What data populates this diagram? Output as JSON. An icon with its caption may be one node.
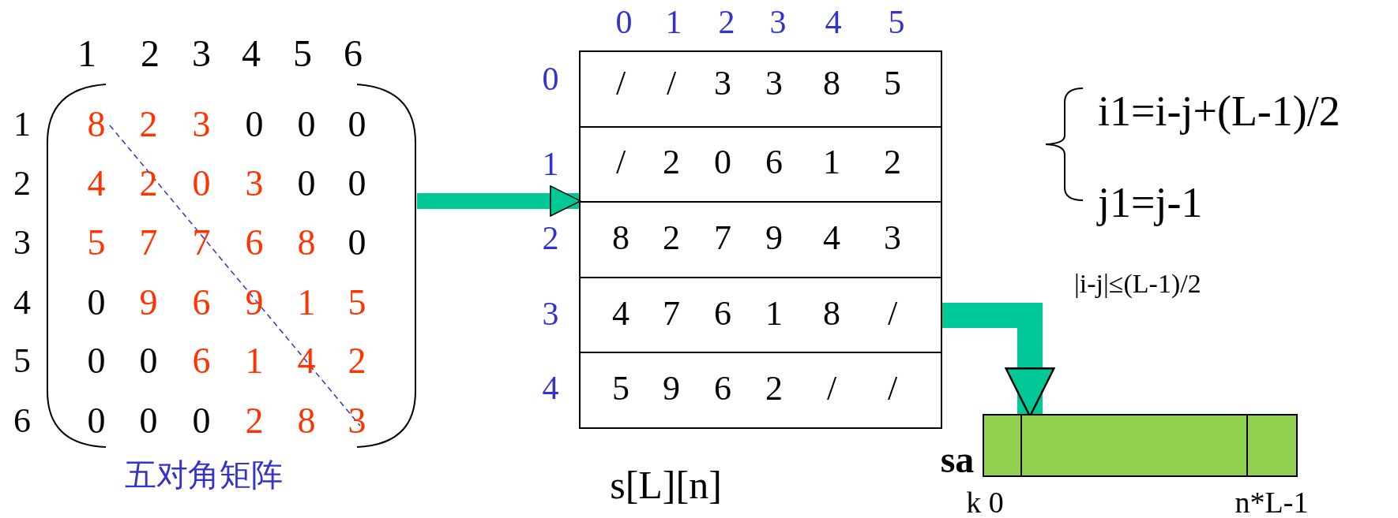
{
  "diagram": {
    "nodes": [
      {
        "text": [],
        "shape": "brackets",
        "beside": [
          "五对角矩阵"
        ]
      },
      {
        "text": [],
        "shape": "box",
        "beside": [
          "s[L][n]"
        ]
      },
      {
        "text": [],
        "shape": "bar",
        "beside": [
          "sa"
        ]
      }
    ],
    "edges": [
      {
        "from": 0,
        "to": 1,
        "arrow": "to"
      },
      {
        "from": 1,
        "to": 2,
        "arrow": "to"
      }
    ],
    "labels": [
      "1",
      "2",
      "3",
      "4",
      "5",
      "6",
      "1",
      "8",
      "2",
      "3",
      "0",
      "0",
      "0",
      "2",
      "4",
      "2",
      "0",
      "3",
      "0",
      "0",
      "3",
      "5",
      "7",
      "7",
      "6",
      "8",
      "0",
      "4",
      "0",
      "9",
      "6",
      "9",
      "1",
      "5",
      "5",
      "0",
      "0",
      "6",
      "1",
      "4",
      "2",
      "6",
      "0",
      "0",
      "0",
      "2",
      "8",
      "3",
      "0",
      "1",
      "2",
      "3",
      "4",
      "5",
      "0",
      "/",
      "/",
      "3",
      "3",
      "8",
      "5",
      "1",
      "/",
      "2",
      "0",
      "6",
      "1",
      "2",
      "2",
      "8",
      "2",
      "7",
      "9",
      "4",
      "3",
      "3",
      "4",
      "7",
      "6",
      "1",
      "8",
      "/",
      "4",
      "5",
      "9",
      "6",
      "2",
      "/",
      "/",
      "i1=i-j+(L-1)/2",
      "j1=j-1",
      "|i-j|≤(L-1)/2",
      "k 0",
      "n*L-1"
    ]
  }
}
